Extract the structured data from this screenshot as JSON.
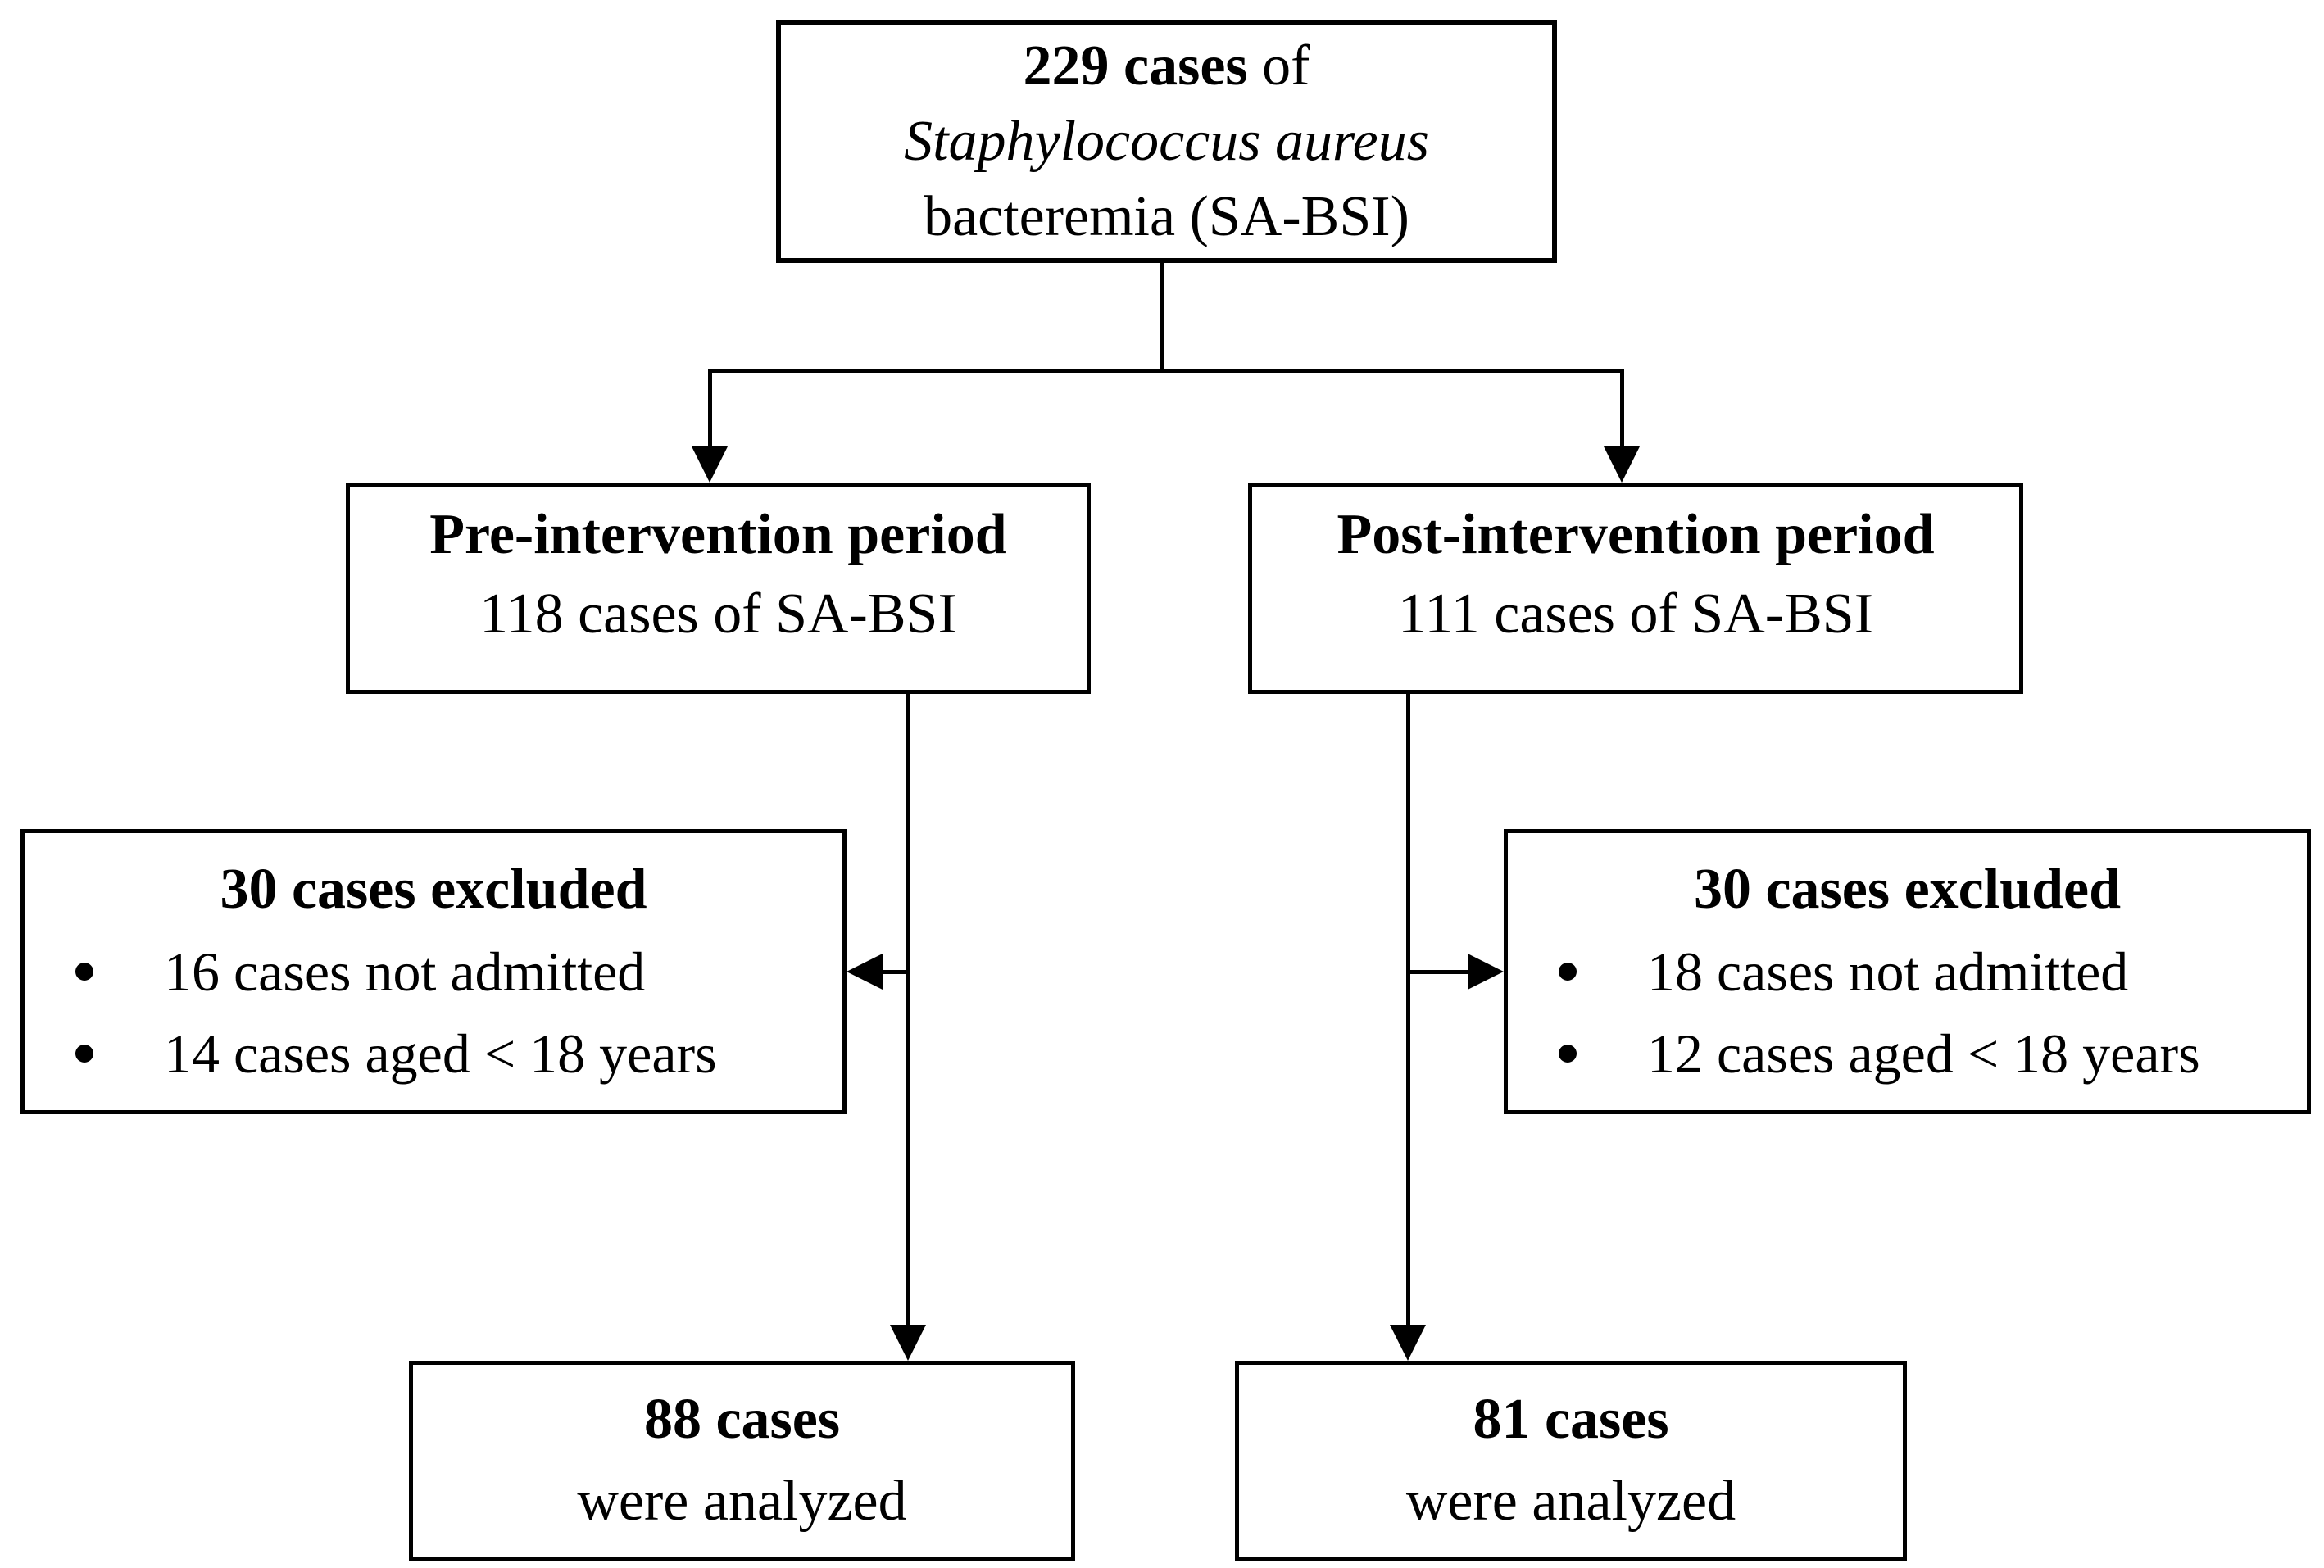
{
  "diagram": {
    "total": {
      "count_bold": "229 cases",
      "count_suffix": "of",
      "organism": "Staphylococcus aureus",
      "condition": "bacteremia (SA-BSI)"
    },
    "pre_period": {
      "title": "Pre-intervention period",
      "subtitle": "118 cases of SA-BSI"
    },
    "post_period": {
      "title": "Post-intervention period",
      "subtitle": "111 cases of SA-BSI"
    },
    "pre_excluded": {
      "title": "30 cases excluded",
      "bullet_1": "16 cases not admitted",
      "bullet_2": "14 cases aged < 18 years"
    },
    "post_excluded": {
      "title": "30 cases excluded",
      "bullet_1": "18 cases not admitted",
      "bullet_2": "12 cases aged < 18 years"
    },
    "pre_analyzed": {
      "count_bold": "88 cases",
      "line2": "were analyzed"
    },
    "post_analyzed": {
      "count_bold": "81 cases",
      "line2": "were analyzed"
    },
    "colors": {
      "line": "#000000",
      "background": "#ffffff",
      "text": "#000000"
    }
  }
}
